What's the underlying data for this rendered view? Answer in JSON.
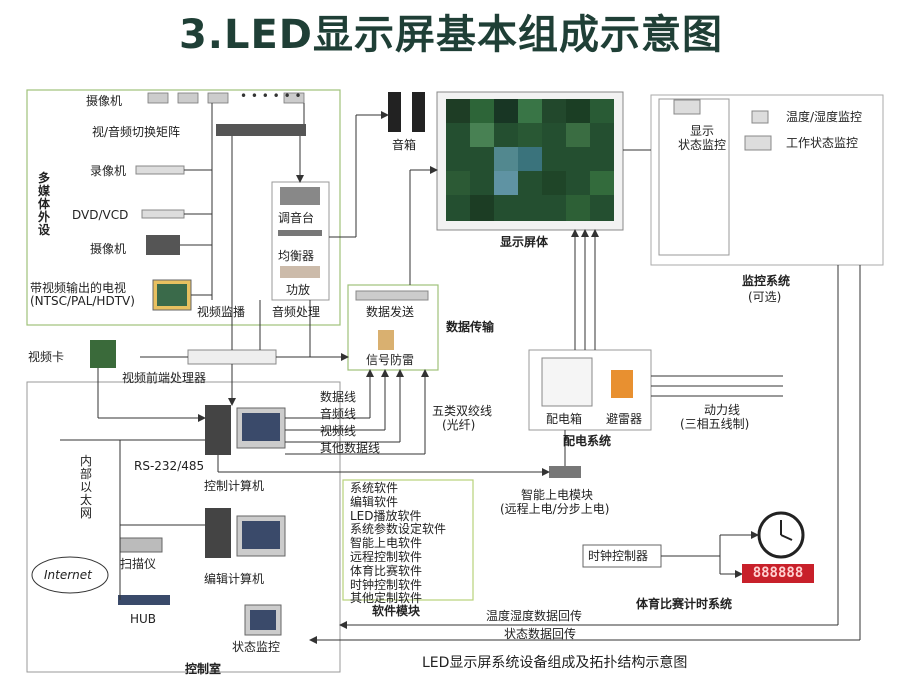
{
  "title": "3.LED显示屏基本组成示意图",
  "caption": "LED显示屏系统设备组成及拓扑结构示意图",
  "multimedia": {
    "group_label": "多媒体外设",
    "camera_row": "摄像机",
    "av_matrix": "视/音频切换矩阵",
    "vcr": "录像机",
    "dvd": "DVD/VCD",
    "camcorder": "摄像机",
    "tv_line1": "带视频输出的电视",
    "tv_line2": "(NTSC/PAL/HDTV)",
    "video_monitor": "视频监播",
    "mixer": "调音台",
    "equalizer": "均衡器",
    "amplifier": "功放",
    "audio_processing": "音频处理",
    "speakers": "音箱"
  },
  "display": {
    "screen_label": "显示屏体"
  },
  "monitoring": {
    "display_status": "显示\n状态监控",
    "temp_humidity": "温度/湿度监控",
    "work_status": "工作状态监控",
    "system_label": "监控系统",
    "optional": "(可选)"
  },
  "data_transfer": {
    "send": "数据发送",
    "lightning": "信号防雷",
    "label": "数据传输"
  },
  "power": {
    "distribution_box": "配电箱",
    "arrester": "避雷器",
    "system_label": "配电系统",
    "power_line": "动力线",
    "power_line_note": "(三相五线制)"
  },
  "control_room": {
    "video_card": "视频卡",
    "video_frontend": "视频前端处理器",
    "data_line": "数据线",
    "audio_line": "音频线",
    "video_line": "视频线",
    "other_line": "其他数据线",
    "cat5": "五类双绞线",
    "cat5_note": "(光纤)",
    "rs232": "RS-232/485",
    "control_pc": "控制计算机",
    "ethernet": "内部以太网",
    "internet": "Internet",
    "scanner": "扫描仪",
    "hub": "HUB",
    "edit_pc": "编辑计算机",
    "status_monitor": "状态监控",
    "room_label": "控制室"
  },
  "smart_power": {
    "line1": "智能上电模块",
    "line2": "(远程上电/分步上电)"
  },
  "software": {
    "items": [
      "系统软件",
      "编辑软件",
      "LED播放软件",
      "系统参数设定软件",
      "智能上电软件",
      "远程控制软件",
      "体育比赛软件",
      "时钟控制软件",
      "其他定制软件"
    ],
    "label": "软件模块"
  },
  "timing": {
    "clock_controller": "时钟控制器",
    "digits": "888888",
    "system_label": "体育比赛计时系统"
  },
  "feedback": {
    "temp_data": "温度湿度数据回传",
    "status_data": "状态数据回传"
  }
}
